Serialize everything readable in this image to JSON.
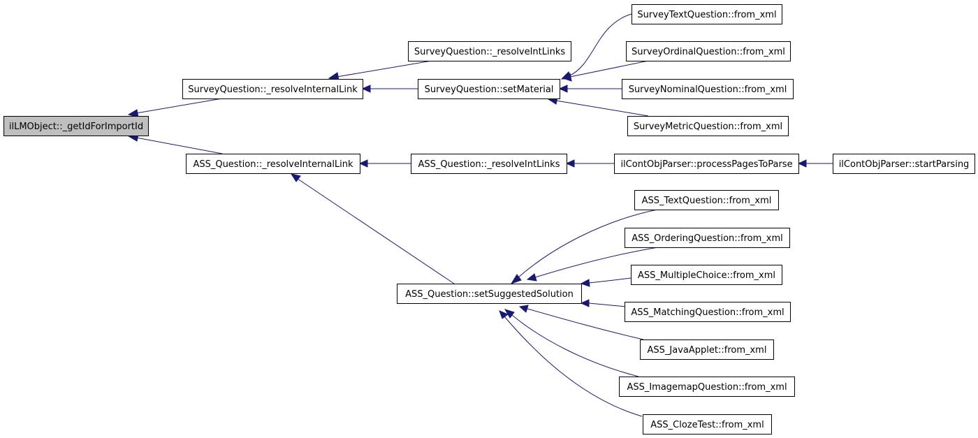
{
  "diagram": {
    "type": "call-graph",
    "colors": {
      "edge": "#191970",
      "root_fill": "#bfbfbf",
      "node_fill": "#ffffff",
      "node_border": "#000000"
    },
    "nodes": [
      {
        "id": "n0",
        "label": "ilLMObject::_getIdForImportId",
        "root": true
      },
      {
        "id": "n1",
        "label": "SurveyQuestion::_resolveInternalLink"
      },
      {
        "id": "n2",
        "label": "SurveyQuestion::_resolveIntLinks"
      },
      {
        "id": "n3",
        "label": "SurveyQuestion::setMaterial"
      },
      {
        "id": "n4",
        "label": "SurveyTextQuestion::from_xml"
      },
      {
        "id": "n5",
        "label": "SurveyOrdinalQuestion::from_xml"
      },
      {
        "id": "n6",
        "label": "SurveyNominalQuestion::from_xml"
      },
      {
        "id": "n7",
        "label": "SurveyMetricQuestion::from_xml"
      },
      {
        "id": "n8",
        "label": "ASS_Question::_resolveInternalLink"
      },
      {
        "id": "n9",
        "label": "ASS_Question::_resolveIntLinks"
      },
      {
        "id": "n10",
        "label": "ilContObjParser::processPagesToParse"
      },
      {
        "id": "n11",
        "label": "ilContObjParser::startParsing"
      },
      {
        "id": "n12",
        "label": "ASS_Question::setSuggestedSolution"
      },
      {
        "id": "n13",
        "label": "ASS_TextQuestion::from_xml"
      },
      {
        "id": "n14",
        "label": "ASS_OrderingQuestion::from_xml"
      },
      {
        "id": "n15",
        "label": "ASS_MultipleChoice::from_xml"
      },
      {
        "id": "n16",
        "label": "ASS_MatchingQuestion::from_xml"
      },
      {
        "id": "n17",
        "label": "ASS_JavaApplet::from_xml"
      },
      {
        "id": "n18",
        "label": "ASS_ImagemapQuestion::from_xml"
      },
      {
        "id": "n19",
        "label": "ASS_ClozeTest::from_xml"
      }
    ],
    "edges": [
      {
        "from": "n1",
        "to": "n0"
      },
      {
        "from": "n8",
        "to": "n0"
      },
      {
        "from": "n2",
        "to": "n1"
      },
      {
        "from": "n3",
        "to": "n1"
      },
      {
        "from": "n4",
        "to": "n3"
      },
      {
        "from": "n5",
        "to": "n3"
      },
      {
        "from": "n6",
        "to": "n3"
      },
      {
        "from": "n7",
        "to": "n3"
      },
      {
        "from": "n9",
        "to": "n8"
      },
      {
        "from": "n12",
        "to": "n8"
      },
      {
        "from": "n10",
        "to": "n9"
      },
      {
        "from": "n11",
        "to": "n10"
      },
      {
        "from": "n13",
        "to": "n12"
      },
      {
        "from": "n14",
        "to": "n12"
      },
      {
        "from": "n15",
        "to": "n12"
      },
      {
        "from": "n16",
        "to": "n12"
      },
      {
        "from": "n17",
        "to": "n12"
      },
      {
        "from": "n18",
        "to": "n12"
      },
      {
        "from": "n19",
        "to": "n12"
      }
    ]
  }
}
